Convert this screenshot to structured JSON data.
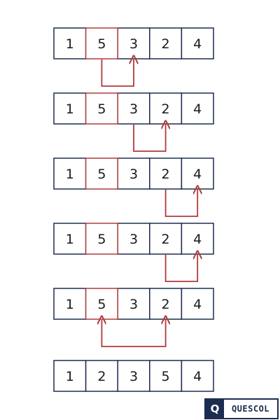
{
  "colors": {
    "box_border": "#1c2d4f",
    "highlight": "#b03a3a",
    "text": "#1a1a1a",
    "logo": "#1c2d4f"
  },
  "diagram": {
    "rows": [
      {
        "values": [
          "1",
          "5",
          "3",
          "2",
          "4"
        ],
        "highlight": 1,
        "arrow": {
          "from": 1,
          "to": 2,
          "heads": [
            "to"
          ]
        }
      },
      {
        "values": [
          "1",
          "5",
          "3",
          "2",
          "4"
        ],
        "highlight": 1,
        "arrow": {
          "from": 2,
          "to": 3,
          "heads": [
            "to"
          ]
        }
      },
      {
        "values": [
          "1",
          "5",
          "3",
          "2",
          "4"
        ],
        "highlight": 1,
        "arrow": {
          "from": 3,
          "to": 4,
          "heads": [
            "to"
          ]
        }
      },
      {
        "values": [
          "1",
          "5",
          "3",
          "2",
          "4"
        ],
        "highlight": 1,
        "arrow": {
          "from": 3,
          "to": 4,
          "heads": [
            "to"
          ]
        }
      },
      {
        "values": [
          "1",
          "5",
          "3",
          "2",
          "4"
        ],
        "highlight": 1,
        "arrow": {
          "from": 1,
          "to": 3,
          "heads": [
            "from",
            "to"
          ]
        }
      },
      {
        "values": [
          "1",
          "2",
          "3",
          "5",
          "4"
        ],
        "highlight": null,
        "arrow": null
      }
    ]
  },
  "logo": {
    "mark": "Q",
    "word": "QUESCOL"
  }
}
